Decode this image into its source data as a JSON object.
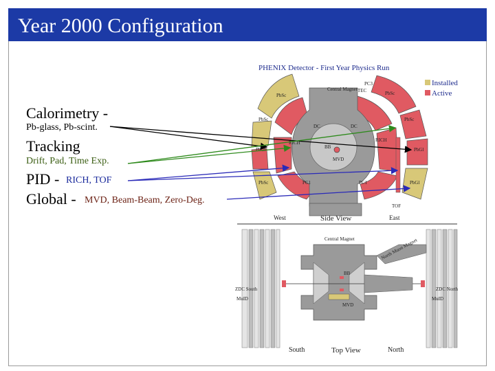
{
  "slide": {
    "title": "Year 2000 Configuration",
    "bullets": {
      "calorimetry_heading": "Calorimetry -",
      "calorimetry_detail": "Pb-glass, Pb-scint.",
      "tracking_heading": "Tracking",
      "tracking_detail": "Drift, Pad, Time Exp.",
      "pid_heading": "PID -",
      "pid_detail": "RICH, TOF",
      "global_heading": "Global -",
      "global_detail": "MVD, Beam-Beam, Zero-Deg."
    }
  },
  "colors": {
    "title_bar": "#1c3aa6",
    "installed": "#d8c878",
    "active": "#e05a62",
    "arrow_black": "#000000",
    "arrow_green": "#2e8a1c",
    "arrow_blue": "#2a2ab8"
  },
  "detector_diagram": {
    "title": "PHENIX Detector - First Year Physics Run",
    "legend": [
      {
        "label": "Installed",
        "color": "#d8c878"
      },
      {
        "label": "Active",
        "color": "#e05a62"
      }
    ],
    "labels": {
      "pbsc_top_left": "PbSc",
      "pbsc_left": "PbSc",
      "pbgl_left": "PbGl",
      "pbsc_bottom_left": "PbSc",
      "pbsc_top_right": "PbSc",
      "pbsc_right": "PbSc",
      "pbgl_right": "PbGl",
      "pbgl_bottom_right": "PbGl",
      "pc3": "PC3",
      "tec": "TEC",
      "central_magnet": "Central Magnet",
      "dc_left": "DC",
      "dc_right": "DC",
      "rich_left": "RICH",
      "rich_right": "RICH",
      "bb": "BB",
      "mvd": "MVD",
      "pc1_left": "PC1",
      "pc1_right": "PC1",
      "tof": "TOF"
    }
  },
  "side_view": {
    "west": "West",
    "title": "Side View",
    "east": "East",
    "central_magnet": "Central Magnet",
    "north_muon_magnet": "North Muon Magnet",
    "zdc_south": "ZDC South",
    "zdc_north": "ZDC North",
    "muid_left": "MuID",
    "muid_right": "MuID",
    "bb": "BB",
    "mvd": "MVD",
    "south": "South",
    "top_view": "Top View",
    "north": "North"
  }
}
